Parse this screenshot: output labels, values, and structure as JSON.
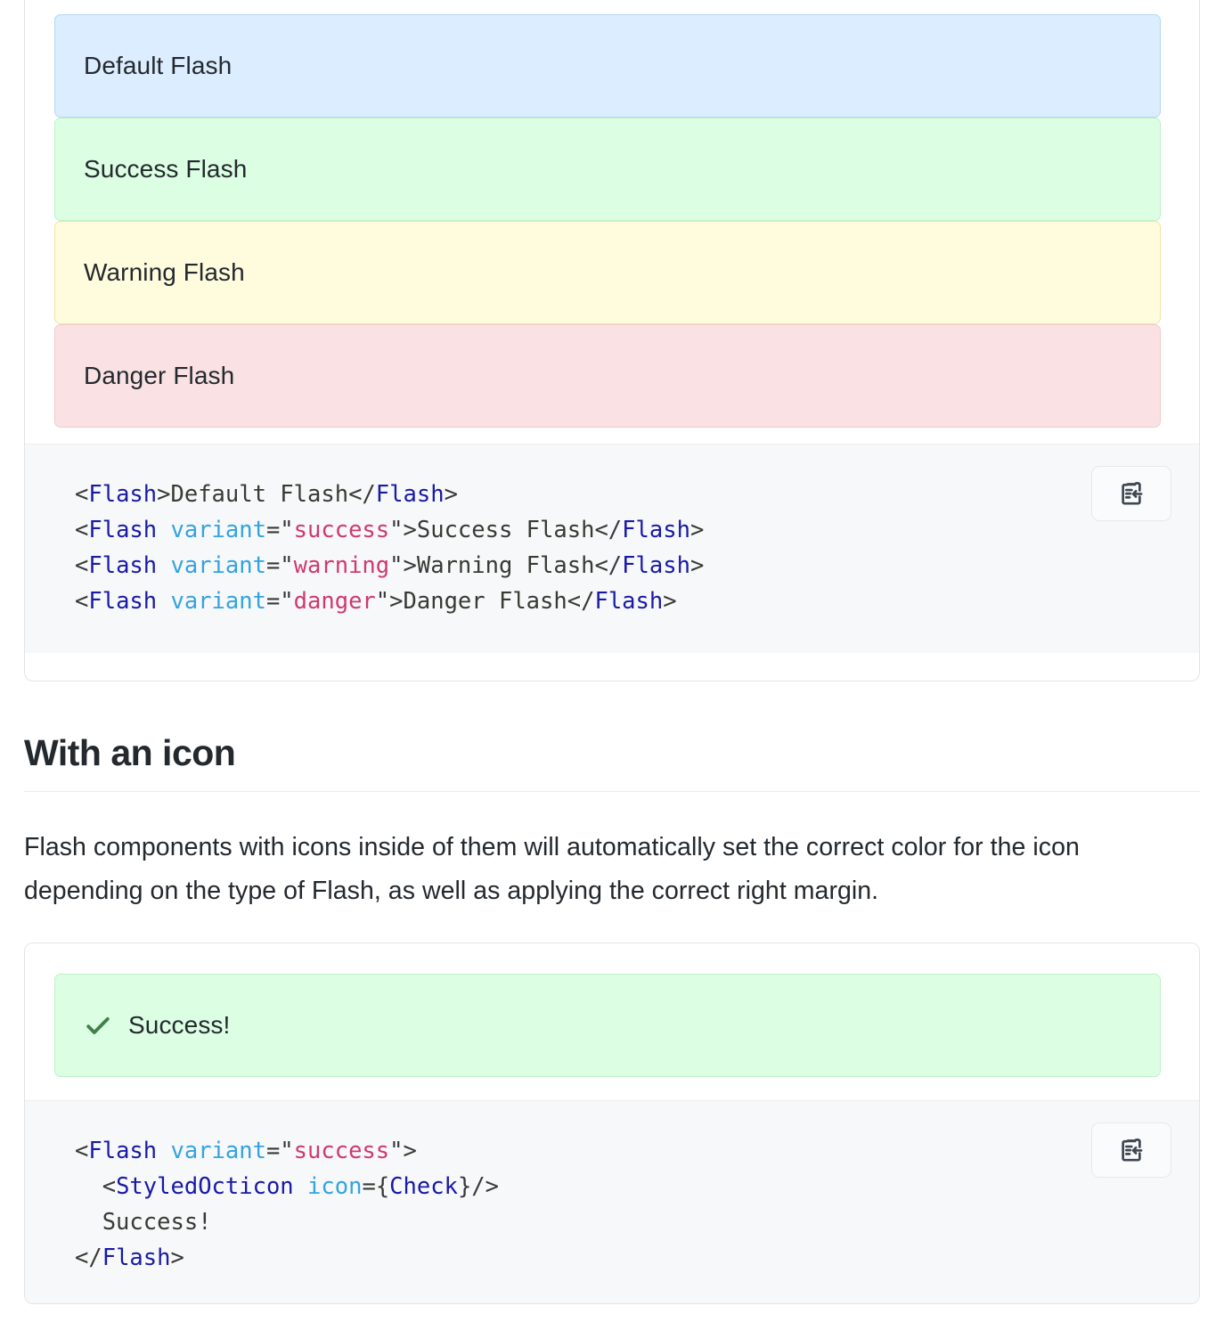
{
  "card_one": {
    "flashes": [
      {
        "id": "default",
        "label": "Default Flash",
        "bg": "#dbedff",
        "border": "#b6d6f5"
      },
      {
        "id": "success",
        "label": "Success Flash",
        "bg": "#dcffe4",
        "border": "#bdf0c8"
      },
      {
        "id": "warning",
        "label": "Warning Flash",
        "bg": "#fffbdd",
        "border": "#f0e4a8"
      },
      {
        "id": "danger",
        "label": "Danger Flash",
        "bg": "#fae2e4",
        "border": "#f3c9ce"
      }
    ],
    "code": {
      "copy_icon": "clipboard-paste-icon",
      "lines": [
        {
          "tokens": [
            {
              "t": "punct",
              "v": "<"
            },
            {
              "t": "tag",
              "v": "Flash"
            },
            {
              "t": "punct",
              "v": ">"
            },
            {
              "t": "text",
              "v": "Default Flash"
            },
            {
              "t": "punct",
              "v": "</"
            },
            {
              "t": "tag",
              "v": "Flash"
            },
            {
              "t": "punct",
              "v": ">"
            }
          ]
        },
        {
          "tokens": [
            {
              "t": "punct",
              "v": "<"
            },
            {
              "t": "tag",
              "v": "Flash"
            },
            {
              "t": "text",
              "v": " "
            },
            {
              "t": "attr",
              "v": "variant"
            },
            {
              "t": "punct",
              "v": "=\""
            },
            {
              "t": "str",
              "v": "success"
            },
            {
              "t": "punct",
              "v": "\">"
            },
            {
              "t": "text",
              "v": "Success Flash"
            },
            {
              "t": "punct",
              "v": "</"
            },
            {
              "t": "tag",
              "v": "Flash"
            },
            {
              "t": "punct",
              "v": ">"
            }
          ]
        },
        {
          "tokens": [
            {
              "t": "punct",
              "v": "<"
            },
            {
              "t": "tag",
              "v": "Flash"
            },
            {
              "t": "text",
              "v": " "
            },
            {
              "t": "attr",
              "v": "variant"
            },
            {
              "t": "punct",
              "v": "=\""
            },
            {
              "t": "str",
              "v": "warning"
            },
            {
              "t": "punct",
              "v": "\">"
            },
            {
              "t": "text",
              "v": "Warning Flash"
            },
            {
              "t": "punct",
              "v": "</"
            },
            {
              "t": "tag",
              "v": "Flash"
            },
            {
              "t": "punct",
              "v": ">"
            }
          ]
        },
        {
          "tokens": [
            {
              "t": "punct",
              "v": "<"
            },
            {
              "t": "tag",
              "v": "Flash"
            },
            {
              "t": "text",
              "v": " "
            },
            {
              "t": "attr",
              "v": "variant"
            },
            {
              "t": "punct",
              "v": "=\""
            },
            {
              "t": "str",
              "v": "danger"
            },
            {
              "t": "punct",
              "v": "\">"
            },
            {
              "t": "text",
              "v": "Danger Flash"
            },
            {
              "t": "punct",
              "v": "</"
            },
            {
              "t": "tag",
              "v": "Flash"
            },
            {
              "t": "punct",
              "v": ">"
            }
          ]
        }
      ]
    }
  },
  "section": {
    "heading": "With an icon",
    "paragraph": "Flash components with icons inside of them will automatically set the correct color for the icon depending on the type of Flash, as well as applying the correct right margin."
  },
  "card_two": {
    "flash": {
      "id": "success",
      "label": "Success!",
      "icon": "check-icon",
      "icon_color": "#22863a",
      "bg": "#dcffe4",
      "border": "#bdf0c8"
    },
    "code": {
      "copy_icon": "clipboard-paste-icon",
      "lines": [
        {
          "tokens": [
            {
              "t": "punct",
              "v": "<"
            },
            {
              "t": "tag",
              "v": "Flash"
            },
            {
              "t": "text",
              "v": " "
            },
            {
              "t": "attr",
              "v": "variant"
            },
            {
              "t": "punct",
              "v": "=\""
            },
            {
              "t": "str",
              "v": "success"
            },
            {
              "t": "punct",
              "v": "\">"
            }
          ]
        },
        {
          "tokens": [
            {
              "t": "text",
              "v": "  "
            },
            {
              "t": "punct",
              "v": "<"
            },
            {
              "t": "tag",
              "v": "StyledOcticon"
            },
            {
              "t": "text",
              "v": " "
            },
            {
              "t": "attr",
              "v": "icon"
            },
            {
              "t": "punct",
              "v": "="
            },
            {
              "t": "brace",
              "v": "{"
            },
            {
              "t": "tag",
              "v": "Check"
            },
            {
              "t": "brace",
              "v": "}"
            },
            {
              "t": "punct",
              "v": "/>"
            }
          ]
        },
        {
          "tokens": [
            {
              "t": "text",
              "v": "  Success!"
            }
          ]
        },
        {
          "tokens": [
            {
              "t": "punct",
              "v": "</"
            },
            {
              "t": "tag",
              "v": "Flash"
            },
            {
              "t": "punct",
              "v": ">"
            }
          ]
        }
      ]
    }
  }
}
